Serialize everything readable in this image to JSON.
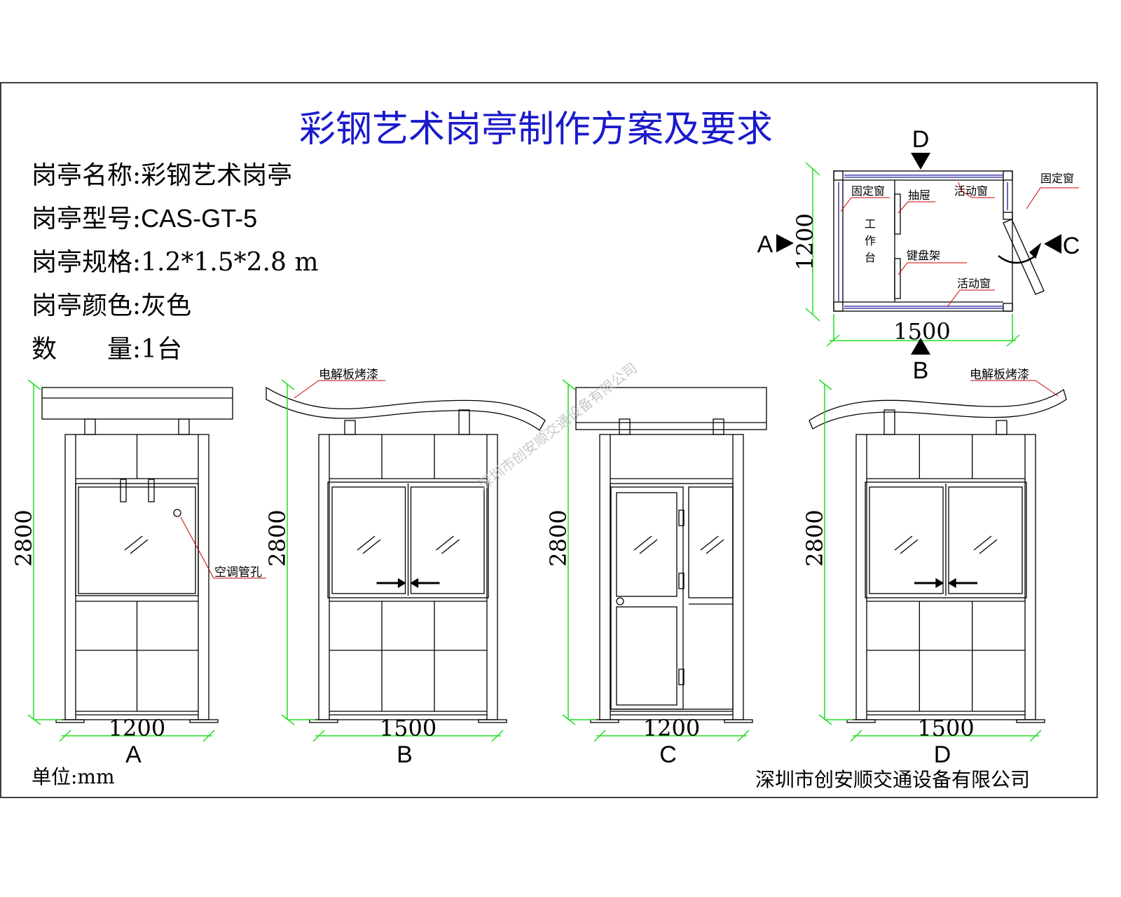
{
  "title": "彩钢艺术岗亭制作方案及要求",
  "specs": [
    {
      "label": "岗亭名称:",
      "value": "彩钢艺术岗亭"
    },
    {
      "label": "岗亭型号:",
      "value": "CAS-GT-5"
    },
    {
      "label": "岗亭规格:",
      "value": "1.2*1.5*2.8 m"
    },
    {
      "label": "岗亭颜色:",
      "value": "灰色"
    },
    {
      "label": "数　　量:",
      "value": "1台"
    }
  ],
  "plan": {
    "view_labels": [
      "D",
      "A",
      "C",
      "B"
    ],
    "dim_width": "1500",
    "dim_depth": "1200",
    "desk": [
      "工",
      "作",
      "台"
    ],
    "callouts": [
      "固定窗",
      "抽屉",
      "活动窗",
      "固定窗",
      "键盘架",
      "活动窗"
    ]
  },
  "elevations": [
    {
      "view": "A",
      "height": "2800",
      "width": "1200",
      "callout": "空调管孔"
    },
    {
      "view": "B",
      "height": "2800",
      "width": "1500",
      "callout": "电解板烤漆"
    },
    {
      "view": "C",
      "height": "2800",
      "width": "1200"
    },
    {
      "view": "D",
      "height": "2800",
      "width": "1500",
      "callout": "电解板烤漆"
    }
  ],
  "unit": "单位:mm",
  "company": "深圳市创安顺交通设备有限公司",
  "watermark": "深圳市创安顺交通设备有限公司",
  "colors": {
    "title": "#1a1acc",
    "dimension": "#22dd22",
    "leader": "#cc0000",
    "line": "#000000",
    "glass_track": "#1a1a99"
  }
}
